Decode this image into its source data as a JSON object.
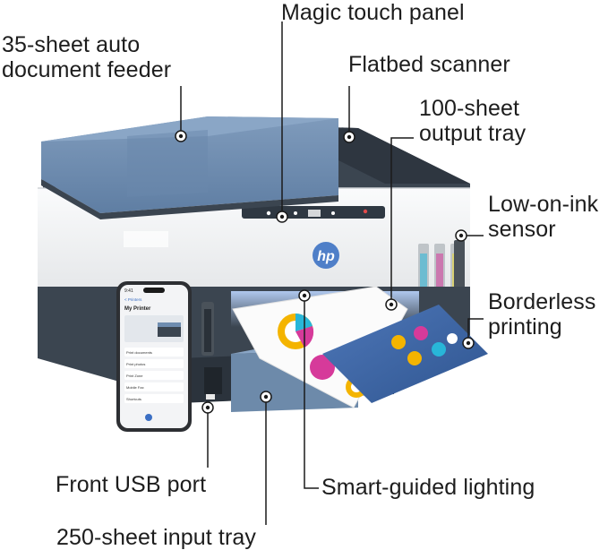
{
  "callouts": {
    "adf": {
      "line1": "35-sheet auto",
      "line2": "document feeder"
    },
    "magic_touch": "Magic touch panel",
    "flatbed": "Flatbed scanner",
    "output_tray": {
      "line1": "100-sheet",
      "line2": "output tray"
    },
    "low_ink": {
      "line1": "Low-on-ink",
      "line2": "sensor"
    },
    "borderless": {
      "line1": "Borderless",
      "line2": "printing"
    },
    "usb": "Front USB port",
    "lighting": "Smart-guided lighting",
    "input_tray": "250-sheet input tray"
  },
  "printer": {
    "logo": "hp"
  },
  "phone": {
    "time": "9:41",
    "back": "< Printers",
    "title": "My Printer",
    "menu": [
      "Print documents",
      "Print photos",
      "Print Zone",
      "Mobile Fax",
      "Shortcuts"
    ]
  },
  "colors": {
    "lid_blue": "#6f8db0",
    "charcoal": "#3b4550",
    "body_white": "#f3f4f5",
    "accent_blue": "#4f7fc8",
    "ink_cyan": "#28b6d8",
    "ink_magenta": "#d63a9a",
    "ink_yellow": "#e8d83a"
  },
  "icons": [
    "hp-logo",
    "usb-icon",
    "callout-dot-icon"
  ]
}
